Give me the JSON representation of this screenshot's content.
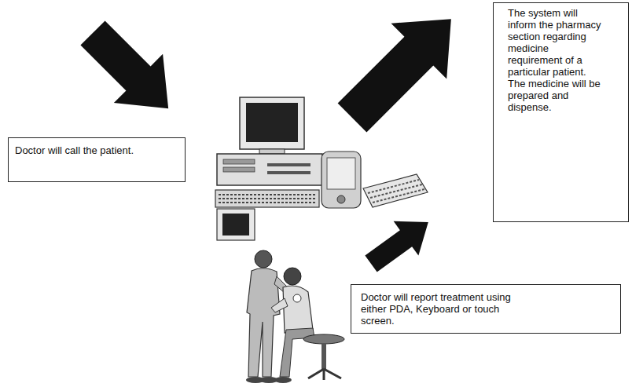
{
  "diagram": {
    "nodes": [
      {
        "text": [
          "The system will inform the pharmacy section regarding medicine requirement of a particular patient. The medicine will be prepared and dispense."
        ]
      },
      {
        "text": [
          "Doctor will call the patient."
        ]
      },
      {
        "text": [
          "Doctor will report treatment using either PDA, Keyboard or touch screen."
        ]
      }
    ]
  }
}
